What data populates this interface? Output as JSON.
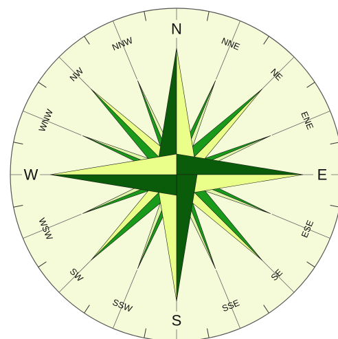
{
  "compass": {
    "background_color": "#f5fbd8",
    "colors": {
      "dark_green": "#0a5c0a",
      "medium_green": "#1a9a1a",
      "light_green": "#eaff8a",
      "pale_green": "#dff5a8"
    },
    "directions": [
      {
        "label": "N",
        "angle": 0,
        "level": "cardinal"
      },
      {
        "label": "NNE",
        "angle": 22.5,
        "level": "minor"
      },
      {
        "label": "NE",
        "angle": 45,
        "level": "inter"
      },
      {
        "label": "ENE",
        "angle": 67.5,
        "level": "minor"
      },
      {
        "label": "E",
        "angle": 90,
        "level": "cardinal"
      },
      {
        "label": "ESE",
        "angle": 112.5,
        "level": "minor"
      },
      {
        "label": "SE",
        "angle": 135,
        "level": "inter"
      },
      {
        "label": "SSE",
        "angle": 157.5,
        "level": "minor"
      },
      {
        "label": "S",
        "angle": 180,
        "level": "cardinal"
      },
      {
        "label": "SSW",
        "angle": 202.5,
        "level": "minor"
      },
      {
        "label": "SW",
        "angle": 225,
        "level": "inter"
      },
      {
        "label": "WSW",
        "angle": 247.5,
        "level": "minor"
      },
      {
        "label": "W",
        "angle": 270,
        "level": "cardinal"
      },
      {
        "label": "WNW",
        "angle": 292.5,
        "level": "minor"
      },
      {
        "label": "NW",
        "angle": 315,
        "level": "inter"
      },
      {
        "label": "NNW",
        "angle": 337.5,
        "level": "minor"
      }
    ]
  }
}
